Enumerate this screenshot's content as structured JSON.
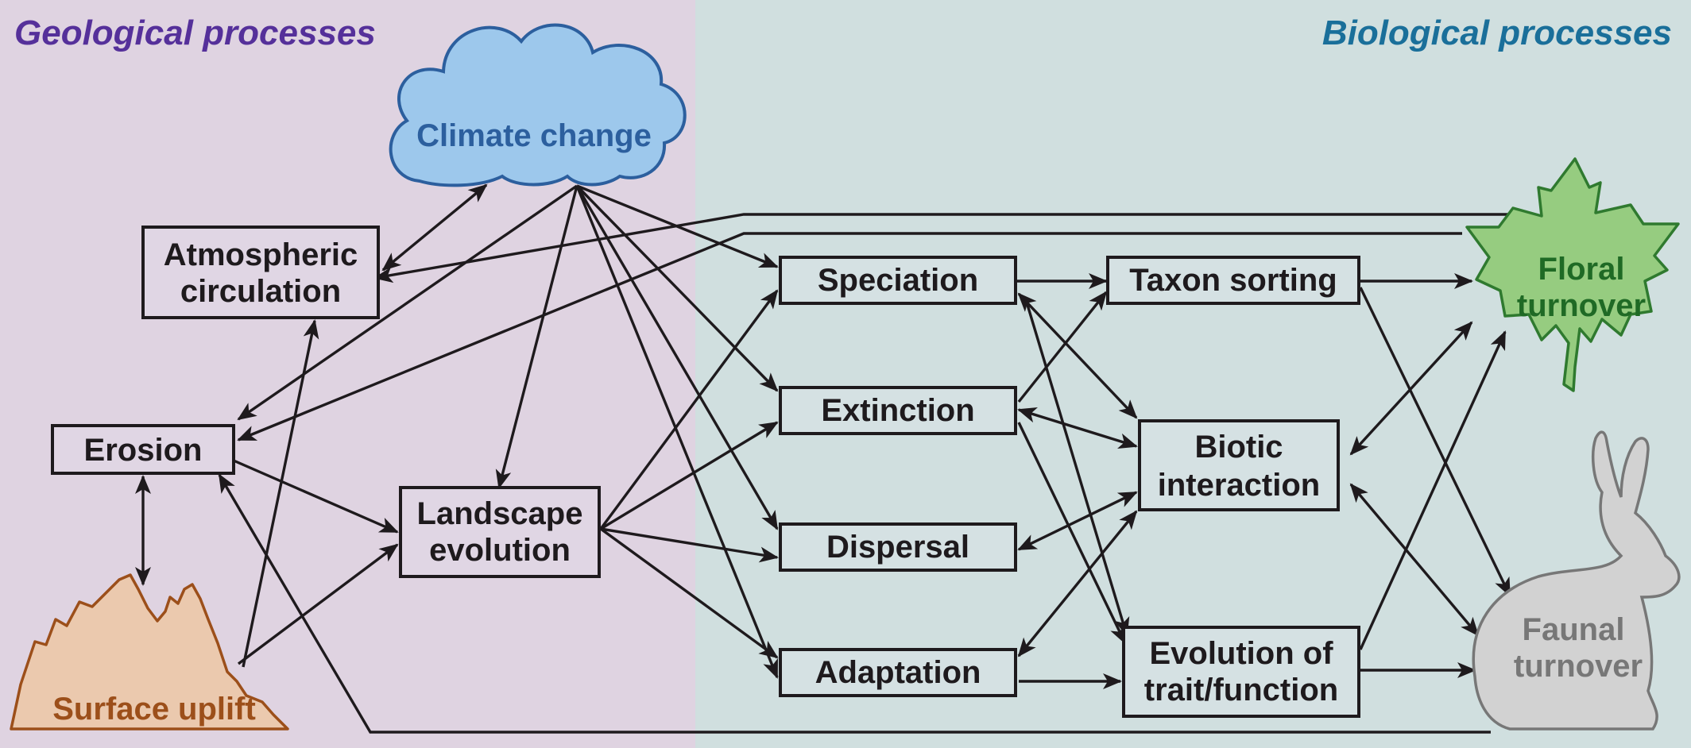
{
  "headers": {
    "geological": "Geological processes",
    "biological": "Biological processes"
  },
  "colors": {
    "geo_panel": "#dfd3e1",
    "bio_panel": "#d0dfdf",
    "geo_title": "#55309a",
    "bio_title": "#1a6f9a",
    "cloud_fill": "#9dc8ec",
    "cloud_text": "#2c5f9e",
    "mountain_fill": "#ebc9ae",
    "mountain_stroke": "#9c4f1a",
    "mountain_text": "#9c4f1a",
    "leaf_fill": "#96cc80",
    "leaf_stroke": "#2f7a2f",
    "leaf_text": "#1f6a25",
    "rabbit_fill": "#d2d2d2",
    "rabbit_stroke": "#777777",
    "rabbit_text": "#777777",
    "box_stroke": "#1e1a1d"
  },
  "icons": {
    "cloud": "cloud-icon",
    "mountain": "mountain-icon",
    "leaf": "maple-leaf-icon",
    "rabbit": "rabbit-icon"
  },
  "nodes": {
    "climate_change": "Climate change",
    "surface_uplift": "Surface uplift",
    "atmospheric_circulation": [
      "Atmospheric",
      "circulation"
    ],
    "erosion": "Erosion",
    "landscape_evolution": [
      "Landscape",
      "evolution"
    ],
    "speciation": "Speciation",
    "extinction": "Extinction",
    "dispersal": "Dispersal",
    "adaptation": "Adaptation",
    "taxon_sorting": "Taxon sorting",
    "biotic_interaction": [
      "Biotic",
      "interaction"
    ],
    "evolution_trait": [
      "Evolution of",
      "trait/function"
    ],
    "floral_turnover": [
      "Floral",
      "turnover"
    ],
    "faunal_turnover": [
      "Faunal",
      "turnover"
    ]
  },
  "links": [
    {
      "from": "Climate change",
      "to": "Atmospheric circulation",
      "bidirectional": true
    },
    {
      "from": "Climate change",
      "to": "Erosion",
      "bidirectional": false
    },
    {
      "from": "Climate change",
      "to": "Landscape evolution",
      "bidirectional": false
    },
    {
      "from": "Climate change",
      "to": "Speciation",
      "bidirectional": false
    },
    {
      "from": "Climate change",
      "to": "Extinction",
      "bidirectional": false
    },
    {
      "from": "Climate change",
      "to": "Dispersal",
      "bidirectional": false
    },
    {
      "from": "Climate change",
      "to": "Adaptation",
      "bidirectional": false
    },
    {
      "from": "Floral turnover",
      "to": "Atmospheric circulation",
      "bidirectional": false
    },
    {
      "from": "Floral turnover",
      "to": "Erosion",
      "bidirectional": false
    },
    {
      "from": "Faunal turnover",
      "to": "Erosion",
      "bidirectional": false
    },
    {
      "from": "Erosion",
      "to": "Surface uplift",
      "bidirectional": true
    },
    {
      "from": "Erosion",
      "to": "Landscape evolution",
      "bidirectional": false
    },
    {
      "from": "Surface uplift",
      "to": "Atmospheric circulation",
      "bidirectional": false
    },
    {
      "from": "Surface uplift",
      "to": "Landscape evolution",
      "bidirectional": false
    },
    {
      "from": "Landscape evolution",
      "to": "Speciation",
      "bidirectional": false
    },
    {
      "from": "Landscape evolution",
      "to": "Extinction",
      "bidirectional": false
    },
    {
      "from": "Landscape evolution",
      "to": "Dispersal",
      "bidirectional": false
    },
    {
      "from": "Landscape evolution",
      "to": "Adaptation",
      "bidirectional": false
    },
    {
      "from": "Speciation",
      "to": "Taxon sorting",
      "bidirectional": false
    },
    {
      "from": "Speciation",
      "to": "Biotic interaction",
      "bidirectional": true
    },
    {
      "from": "Speciation",
      "to": "Evolution of trait/function",
      "bidirectional": false
    },
    {
      "from": "Extinction",
      "to": "Taxon sorting",
      "bidirectional": false
    },
    {
      "from": "Extinction",
      "to": "Biotic interaction",
      "bidirectional": true
    },
    {
      "from": "Extinction",
      "to": "Evolution of trait/function",
      "bidirectional": false
    },
    {
      "from": "Dispersal",
      "to": "Biotic interaction",
      "bidirectional": true
    },
    {
      "from": "Adaptation",
      "to": "Biotic interaction",
      "bidirectional": true
    },
    {
      "from": "Adaptation",
      "to": "Evolution of trait/function",
      "bidirectional": false
    },
    {
      "from": "Taxon sorting",
      "to": "Floral turnover",
      "bidirectional": false
    },
    {
      "from": "Taxon sorting",
      "to": "Faunal turnover",
      "bidirectional": false
    },
    {
      "from": "Biotic interaction",
      "to": "Floral turnover",
      "bidirectional": true
    },
    {
      "from": "Biotic interaction",
      "to": "Faunal turnover",
      "bidirectional": true
    },
    {
      "from": "Evolution of trait/function",
      "to": "Floral turnover",
      "bidirectional": false
    },
    {
      "from": "Evolution of trait/function",
      "to": "Faunal turnover",
      "bidirectional": false
    }
  ]
}
